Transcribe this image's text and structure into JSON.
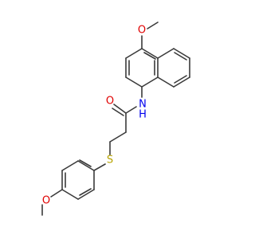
{
  "molecule": {
    "atoms": {
      "o_methoxy_top": "O",
      "n_amide": "N",
      "h_amide": "H",
      "o_carbonyl": "O",
      "s_thioether": "S",
      "o_methoxy_bottom": "O"
    },
    "colors": {
      "oxygen": "#e00000",
      "nitrogen": "#0000ee",
      "sulfur": "#b8a400",
      "bond": "#3a3a3a"
    }
  }
}
